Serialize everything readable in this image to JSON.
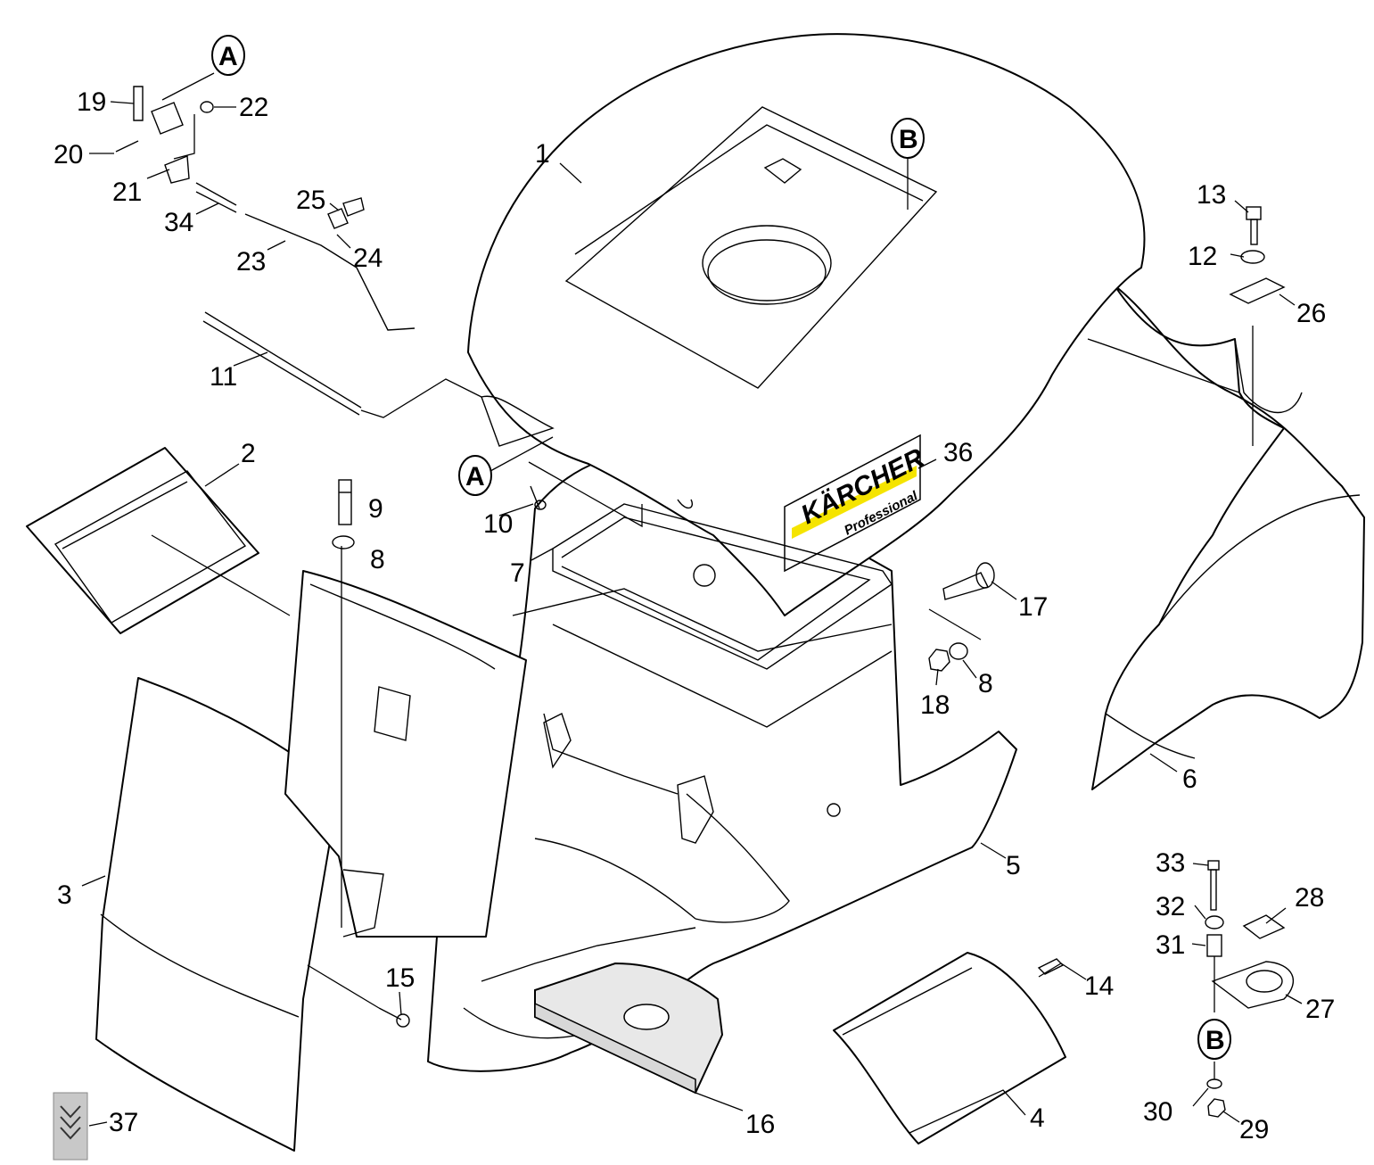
{
  "labels": {
    "l1": "1",
    "l2": "2",
    "l3": "3",
    "l4": "4",
    "l5": "5",
    "l6": "6",
    "l7": "7",
    "l8a": "8",
    "l8b": "8",
    "l9": "9",
    "l10": "10",
    "l11": "11",
    "l12": "12",
    "l13": "13",
    "l14": "14",
    "l15": "15",
    "l16": "16",
    "l17": "17",
    "l18": "18",
    "l19": "19",
    "l20": "20",
    "l21": "21",
    "l22": "22",
    "l23": "23",
    "l24": "24",
    "l25": "25",
    "l26": "26",
    "l27": "27",
    "l28": "28",
    "l29": "29",
    "l30": "30",
    "l31": "31",
    "l32": "32",
    "l33": "33",
    "l34": "34",
    "l36": "36",
    "l37": "37"
  },
  "callouts": {
    "a_top": "A",
    "a_mid": "A",
    "b_top": "B",
    "b_bottom": "B"
  },
  "decal": {
    "brand": "KÄRCHER",
    "sub": "Professional"
  },
  "colors": {
    "line": "#000000",
    "part_fill": "#ffffff",
    "seat_fill": "#e8e8e8",
    "stripe": "#f5e400",
    "marker_fill": "#c8c8c8"
  },
  "icons": {
    "marker": "chevron-stack-icon"
  }
}
